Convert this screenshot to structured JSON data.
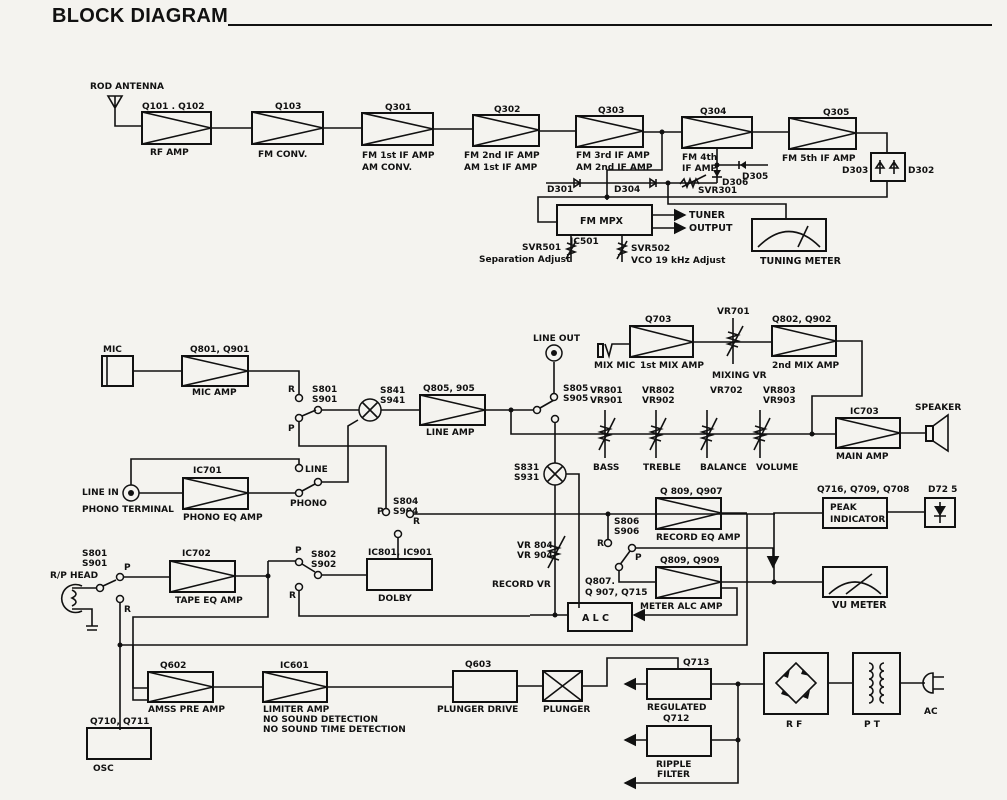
{
  "title": "BLOCK DIAGRAM",
  "tuner": {
    "antenna": "ROD ANTENNA",
    "stages": [
      {
        "ref": "Q101 . Q102",
        "label": [
          "RF AMP"
        ]
      },
      {
        "ref": "Q103",
        "label": [
          "FM CONV."
        ]
      },
      {
        "ref": "Q301",
        "label": [
          "FM 1st IF AMP",
          "AM CONV."
        ]
      },
      {
        "ref": "Q302",
        "label": [
          "FM 2nd IF AMP",
          "AM 1st IF AMP"
        ]
      },
      {
        "ref": "Q303",
        "label": [
          "FM 3rd IF AMP",
          "AM 2nd IF AMP"
        ]
      },
      {
        "ref": "Q304",
        "label": [
          "FM 4th",
          "IF AMP"
        ]
      },
      {
        "ref": "Q305",
        "label": [
          "FM 5th IF AMP"
        ]
      }
    ],
    "diodes": {
      "d301": "D301",
      "d304": "D304",
      "d305": "D305",
      "d306": "D306",
      "d303": "D303",
      "d302": "D302"
    },
    "svr301": "SVR301",
    "fm_mpx": "FM MPX",
    "ic501": "IC501",
    "outputs": [
      "TUNER",
      "OUTPUT"
    ],
    "svr501": "SVR501",
    "svr501_desc": "Separation Adjust",
    "svr502": "SVR502",
    "svr502_desc": "VCO 19 kHz Adjust",
    "tuning_meter": "TUNING METER"
  },
  "amp": {
    "mic": "MIC",
    "mic_amp_ref": "Q801, Q901",
    "mic_amp": "MIC AMP",
    "s801_top": [
      "S801",
      "S901"
    ],
    "r": "R",
    "p": "P",
    "s841": [
      "S841",
      "S941"
    ],
    "line_amp_ref": "Q805, 905",
    "line_amp": "LINE AMP",
    "line_out": "LINE OUT",
    "s805": [
      "S805",
      "S905"
    ],
    "mix_mic": "MIX MIC",
    "mix1_ref": "Q703",
    "mix1": "1st MIX AMP",
    "vr701": "VR701",
    "mixing_vr": "MIXING VR",
    "mix2_ref": "Q802, Q902",
    "mix2": "2nd MIX AMP",
    "tone_controls": [
      {
        "ref": [
          "VR801",
          "VR901"
        ],
        "label": "BASS"
      },
      {
        "ref": [
          "VR802",
          "VR902"
        ],
        "label": "TREBLE"
      },
      {
        "ref": [
          "VR702"
        ],
        "label": "BALANCE"
      },
      {
        "ref": [
          "VR803",
          "VR903"
        ],
        "label": "VOLUME"
      }
    ],
    "main_amp_ref": "IC703",
    "main_amp": "MAIN AMP",
    "speaker": "SPEAKER",
    "line": "LINE",
    "phono": "PHONO",
    "line_in": "LINE IN",
    "phono_terminal": "PHONO TERMINAL",
    "phono_eq_ref": "IC701",
    "phono_eq": "PHONO EQ AMP",
    "s804": [
      "S804",
      "S904"
    ],
    "s831": [
      "S831",
      "S931"
    ]
  },
  "deck": {
    "s801_head": [
      "S801",
      "S901"
    ],
    "rp_head": "R/P HEAD",
    "tape_eq_ref": "IC702",
    "tape_eq": "TAPE EQ AMP",
    "s802": [
      "S802",
      "S902"
    ],
    "dolby_ref": "IC801, IC901",
    "dolby": "DOLBY",
    "vr804": [
      "VR 804",
      "VR 904"
    ],
    "record_vr": "RECORD VR",
    "rec_eq_ref": "Q 809, Q907",
    "rec_eq": "RECORD EQ AMP",
    "s806": [
      "S806",
      "S906"
    ],
    "meter_amp_ref": "Q809, Q909",
    "meter_amp": "METER ALC AMP",
    "alc_ref": [
      "Q807.",
      "Q 907, Q715"
    ],
    "alc": "A L C",
    "peak_ref": "Q716, Q709, Q708",
    "peak": [
      "PEAK",
      "INDICATOR"
    ],
    "d725": "D72 5",
    "vu_meter": "VU METER"
  },
  "control": {
    "amss_ref": "Q602",
    "amss": "AMSS PRE AMP",
    "limiter_ref": "IC601",
    "limiter": [
      "LIMITER AMP",
      "NO SOUND DETECTION",
      "NO SOUND TIME DETECTION"
    ],
    "plunger_drive_ref": "Q603",
    "plunger_drive": "PLUNGER DRIVE",
    "plunger": "PLUNGER",
    "osc_ref": "Q710, Q711",
    "osc": "OSC"
  },
  "power": {
    "regulated_ref": "Q713",
    "regulated": "REGULATED",
    "ripple_ref": "Q712",
    "ripple": [
      "RIPPLE",
      "FILTER"
    ],
    "rf": "R F",
    "pt": "P T",
    "ac": "AC"
  }
}
